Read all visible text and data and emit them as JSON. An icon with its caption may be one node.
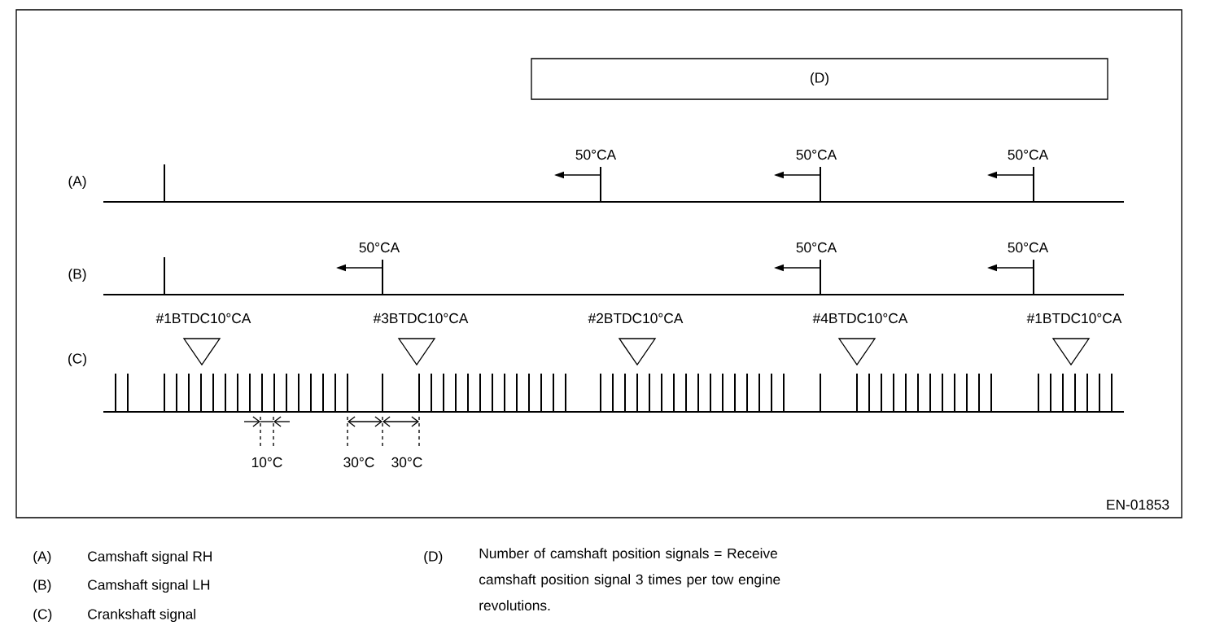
{
  "diagram": {
    "nodes": [
      {
        "text": [
          "(D)"
        ]
      }
    ],
    "labels": [
      "50°CA",
      "50°CA",
      "50°CA",
      "(A)",
      "50°CA",
      "50°CA",
      "50°CA",
      "(B)",
      "#1BTDC10°CA",
      "#3BTDC10°CA",
      "#2BTDC10°CA",
      "#4BTDC10°CA",
      "#1BTDC10°CA",
      "(C)",
      "10°C",
      "30°C",
      "30°C",
      "EN-01853",
      "(A)",
      "Camshaft signal RH",
      "(D)",
      "Number of camshaft position signals = Receive camshaft position signal 3 times per tow engine revolutions.",
      "(B)",
      "Camshaft signal LH",
      "(C)",
      "Crankshaft signal"
    ]
  }
}
